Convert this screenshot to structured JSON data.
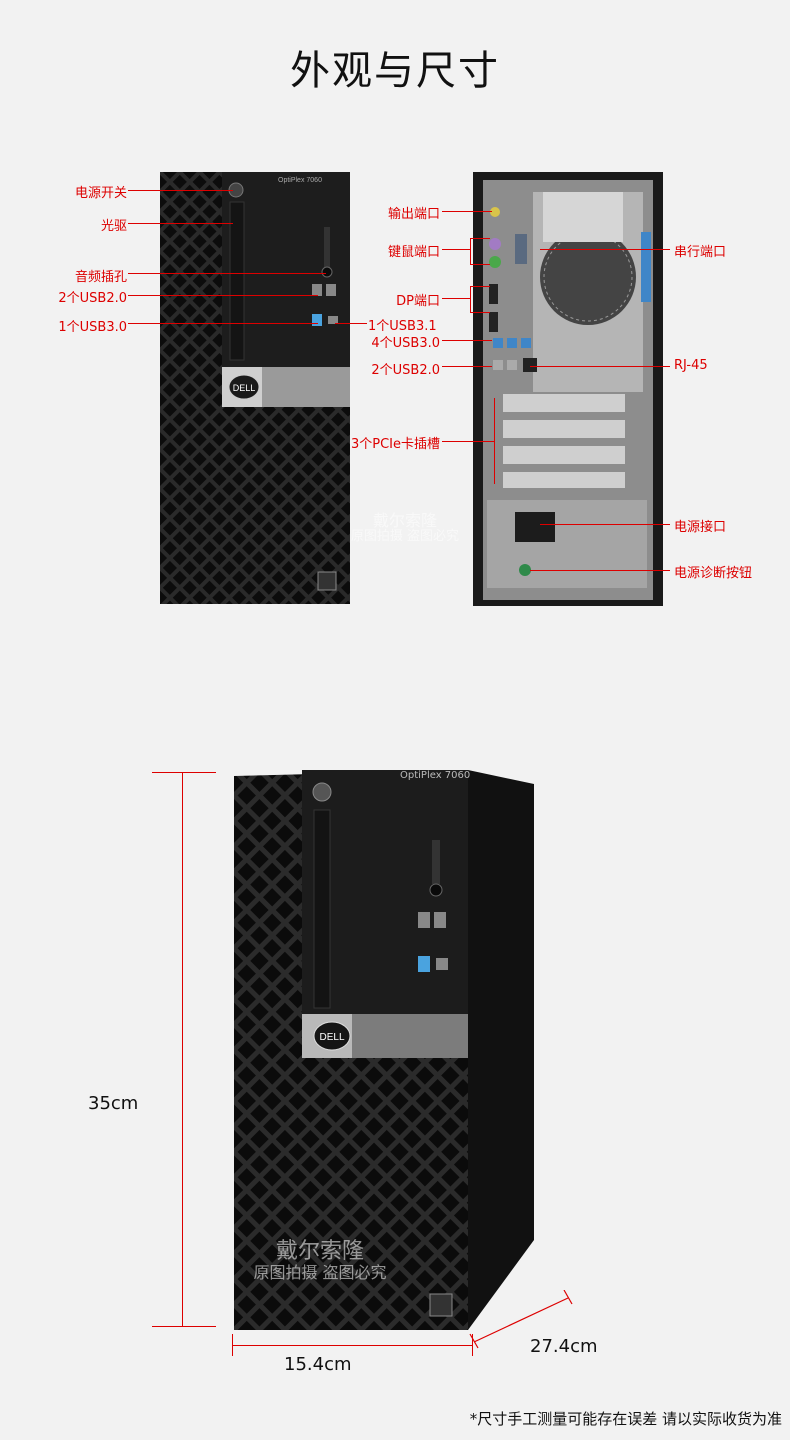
{
  "title": "外观与尺寸",
  "front_labels": {
    "power_switch": "电源开关",
    "optical_drive": "光驱",
    "audio_jack": "音频插孔",
    "usb20": "2个USB2.0",
    "usb30": "1个USB3.0",
    "usb31": "1个USB3.1"
  },
  "rear_labels": {
    "output_port": "输出端口",
    "keyboard_mouse_port": "键鼠端口",
    "dp_port": "DP端口",
    "usb30": "4个USB3.0",
    "usb20": "2个USB2.0",
    "pcie_slots": "3个PCIe卡插槽",
    "serial_port": "串行端口",
    "rj45": "RJ-45",
    "power_connector": "电源接口",
    "power_diag_button": "电源诊断按钮"
  },
  "model_text": "OptiPlex 7060",
  "watermark": {
    "line1": "戴尔索隆",
    "line2": "原图拍摄 盗图必究"
  },
  "dimensions": {
    "height": "35cm",
    "width": "15.4cm",
    "depth": "27.4cm"
  },
  "note": "*尺寸手工测量可能存在误差 请以实际收货为准",
  "colors": {
    "accent_red": "#dd0000",
    "case_black": "#1e1e1e"
  }
}
